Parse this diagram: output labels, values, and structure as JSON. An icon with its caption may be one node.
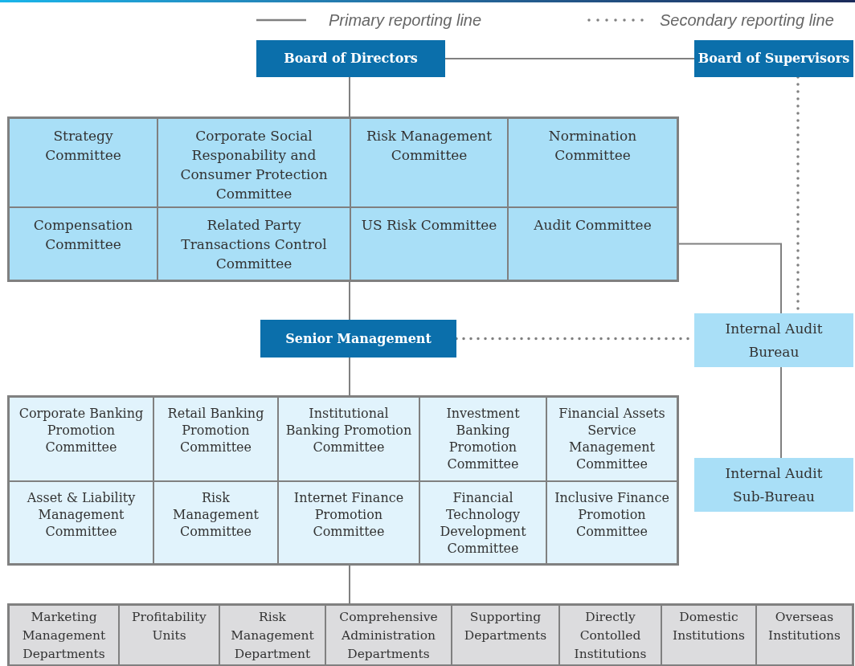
{
  "diagram": {
    "nodes": [
      {
        "text": [
          "Board of Directors"
        ]
      },
      {
        "text": [
          "Board of Supervisors"
        ]
      },
      {
        "text": [],
        "shape": "box"
      },
      {
        "text": [
          "Strategy Committee"
        ],
        "in": 2
      },
      {
        "text": [
          "Corporate Social Responability and Consumer Protection Committee"
        ],
        "in": 2
      },
      {
        "text": [
          "Risk Management Committee"
        ],
        "in": 2
      },
      {
        "text": [
          "Normination Committee"
        ],
        "in": 2
      },
      {
        "text": [
          "Compensation Committee"
        ],
        "in": 2
      },
      {
        "text": [
          "Related Party Transactions Control Committee"
        ],
        "in": 2
      },
      {
        "text": [
          "US Risk Committee"
        ],
        "in": 2
      },
      {
        "text": [
          "Audit Committee"
        ],
        "in": 2
      },
      {
        "text": [
          "Senior Management"
        ]
      },
      {
        "text": [
          "Internal Audit Bureau"
        ]
      },
      {
        "text": [],
        "shape": "box"
      },
      {
        "text": [
          "Corporate Banking Promotion Committee"
        ],
        "in": 13
      },
      {
        "text": [
          "Retail Banking Promotion Committee"
        ],
        "in": 13
      },
      {
        "text": [
          "Institutional Banking Promotion Committee"
        ],
        "in": 13
      },
      {
        "text": [
          "Investment Banking Promotion Committee"
        ],
        "in": 13
      },
      {
        "text": [
          "Financial Assets Service Management Committee"
        ],
        "in": 13
      },
      {
        "text": [
          "Asset & Liability Management Committee"
        ],
        "in": 13
      },
      {
        "text": [
          "Risk Management Committee"
        ],
        "in": 13
      },
      {
        "text": [
          "Internet Finance Promotion Committee"
        ],
        "in": 13
      },
      {
        "text": [
          "Financial Technology Development Committee"
        ],
        "in": 13
      },
      {
        "text": [
          "Inclusive Finance Promotion Committee"
        ],
        "in": 13
      },
      {
        "text": [
          "Internal Audit Sub-Bureau"
        ]
      },
      {
        "text": [],
        "shape": "box"
      },
      {
        "text": [
          "Marketing Management Departments"
        ],
        "in": 25
      },
      {
        "text": [
          "Profitability Units"
        ],
        "in": 25
      },
      {
        "text": [
          "Risk Management Department"
        ],
        "in": 25
      },
      {
        "text": [
          "Comprehensive Administration Departments"
        ],
        "in": 25
      },
      {
        "text": [
          "Supporting Departments"
        ],
        "in": 25
      },
      {
        "text": [
          "Directly Contolled Institutions"
        ],
        "in": 25
      },
      {
        "text": [
          "Domestic Institutions"
        ],
        "in": 25
      },
      {
        "text": [
          "Overseas Institutions"
        ],
        "in": 25
      }
    ],
    "edges": [
      {
        "from": 0,
        "to": 1,
        "arrow": "none"
      },
      {
        "from": 0,
        "to": 2,
        "arrow": "none"
      },
      {
        "from": 2,
        "to": 11,
        "arrow": "none"
      },
      {
        "from": 10,
        "to": 12,
        "arrow": "none"
      },
      {
        "from": 1,
        "to": 12,
        "arrow": "none",
        "style": "dashed"
      },
      {
        "from": 11,
        "to": 12,
        "arrow": "none",
        "style": "dashed"
      },
      {
        "from": 11,
        "to": 13,
        "arrow": "none"
      },
      {
        "from": 12,
        "to": 24,
        "arrow": "none"
      },
      {
        "from": 13,
        "to": 25,
        "arrow": "none"
      }
    ],
    "legend": [
      {
        "text": "Primary reporting line"
      },
      {
        "text": "Secondary reporting line"
      }
    ]
  }
}
